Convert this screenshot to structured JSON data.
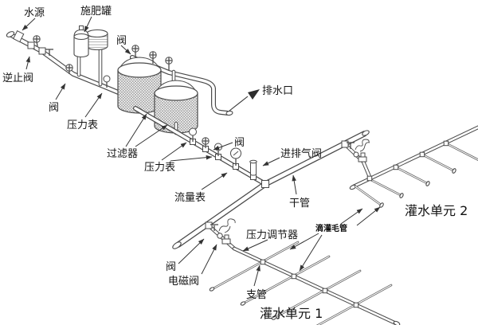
{
  "diagram": {
    "title_hint": "drip irrigation system schematic",
    "background_color": "#ffffff",
    "line_color": "#4a4a4a",
    "label_color": "#161616",
    "labels": {
      "water_source": "水源",
      "fertilizer_tank": "施肥罐",
      "valve_top": "阀",
      "check_valve": "逆止阀",
      "valve_left": "阀",
      "pressure_gauge_left": "压力表",
      "filter": "过滤器",
      "pressure_gauge_mid": "压力表",
      "flow_meter": "流量表",
      "drain_outlet": "排水口",
      "valve_mid": "阀",
      "air_vent_valve": "进排气阀",
      "main_pipe": "干管",
      "irrigation_unit_2": "灌水单元 2",
      "pressure_regulator": "压力调节器",
      "drip_capillary": "滴灌毛管",
      "valve_unit1": "阀",
      "solenoid_valve": "电磁阀",
      "branch_pipe": "支管",
      "irrigation_unit_1": "灌水单元 1"
    }
  }
}
